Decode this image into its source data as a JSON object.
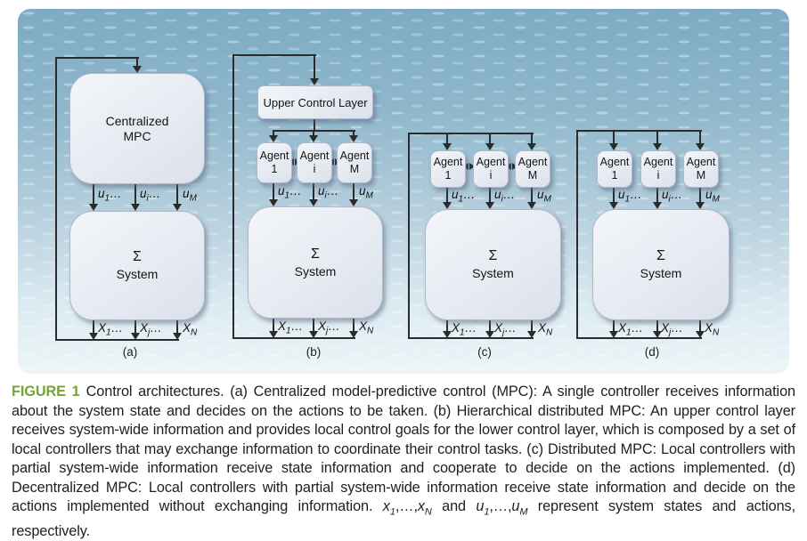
{
  "colors": {
    "figure_label_green": "#76a23e",
    "panel_blue_top": "#7dabc3",
    "panel_blue_bottom": "#edf5f8",
    "box_fill": "#e7ebf2",
    "line": "#2b2b2b"
  },
  "diagram": {
    "panels": [
      {
        "tag": "(a)",
        "controller": {
          "line1": "Centralized",
          "line2": "MPC"
        },
        "system": {
          "sigma": "Σ",
          "name": "System"
        },
        "u_labels": [
          "u_{1}…",
          "u_{i}…",
          "u_{M}"
        ],
        "x_labels": [
          "X_{1}…",
          "X_{j}…",
          "X_{N}"
        ]
      },
      {
        "tag": "(b)",
        "upper_layer": "Upper Control Layer",
        "agents": [
          {
            "line1": "Agent",
            "line2": "1"
          },
          {
            "line1": "Agent",
            "line2": "i"
          },
          {
            "line1": "Agent",
            "line2": "M"
          }
        ],
        "agents_communicate": true,
        "system": {
          "sigma": "Σ",
          "name": "System"
        },
        "u_labels": [
          "u_{1}…",
          "u_{i}…",
          "u_{M}"
        ],
        "x_labels": [
          "X_{1}…",
          "X_{j}…",
          "X_{N}"
        ]
      },
      {
        "tag": "(c)",
        "agents": [
          {
            "line1": "Agent",
            "line2": "1"
          },
          {
            "line1": "Agent",
            "line2": "i"
          },
          {
            "line1": "Agent",
            "line2": "M"
          }
        ],
        "agents_communicate": true,
        "system": {
          "sigma": "Σ",
          "name": "System"
        },
        "u_labels": [
          "u_{1}…",
          "u_{i}…",
          "u_{M}"
        ],
        "x_labels": [
          "X_{1}…",
          "X_{j}…",
          "X_{N}"
        ]
      },
      {
        "tag": "(d)",
        "agents": [
          {
            "line1": "Agent",
            "line2": "1"
          },
          {
            "line1": "Agent",
            "line2": "i"
          },
          {
            "line1": "Agent",
            "line2": "M"
          }
        ],
        "agents_communicate": false,
        "system": {
          "sigma": "Σ",
          "name": "System"
        },
        "u_labels": [
          "u_{1}…",
          "u_{i}…",
          "u_{M}"
        ],
        "x_labels": [
          "X_{1}…",
          "X_{j}…",
          "X_{N}"
        ]
      }
    ]
  },
  "caption": {
    "label": "FIGURE 1",
    "segments": [
      {
        "text": "Control architectures. (a) Centralized model-predictive control (MPC): A single controller receives information about the system state and decides on the actions to be taken. (b) Hierarchical distributed MPC: An upper control layer receives system-wide information and provides local control goals for the lower control layer, which is composed by a set of local controllers that may exchange information to coordinate their control tasks. (c) Distributed MPC: Local controllers with partial system-wide information receive state information and cooperate to decide on the actions implemented. (d) Decentralized MPC: Local controllers with partial system-wide information receive state information and decide on the actions implemented without exchanging information. "
      },
      {
        "math": "x_{1},…,x_{N}"
      },
      {
        "text": " and "
      },
      {
        "math": "u_{1},…,u_{M}"
      },
      {
        "text": " represent system states and actions, respectively."
      }
    ]
  }
}
